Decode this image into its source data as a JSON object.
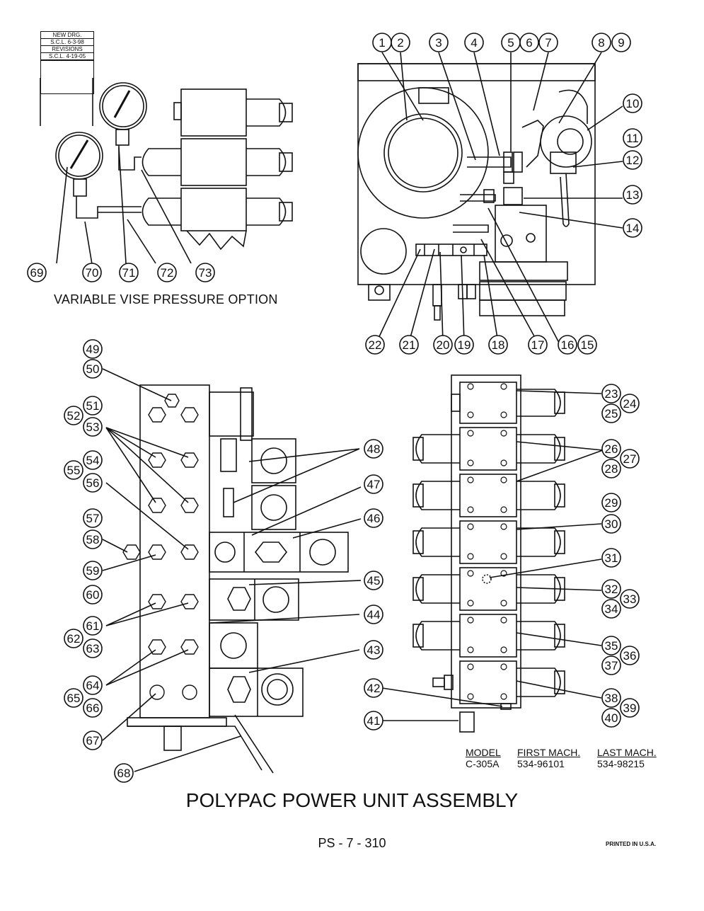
{
  "revision_box": {
    "new_drg_label": "NEW DRG.",
    "new_drg_date": "S.C.L. 6-3-98",
    "revisions_label": "REVISIONS",
    "revision_1": "S.C.L. 4-19-05"
  },
  "option_caption": "VARIABLE VISE PRESSURE OPTION",
  "title": "POLYPAC POWER UNIT ASSEMBLY",
  "page_number": "PS - 7 - 310",
  "printed_note": "PRINTED IN U.S.A.",
  "model_table": {
    "headers": [
      "MODEL",
      "FIRST MACH.",
      "LAST MACH."
    ],
    "rows": [
      [
        "C-305A",
        "534-96101",
        "534-98215"
      ]
    ]
  },
  "balloons": {
    "top_right": [
      "1",
      "2",
      "3",
      "4",
      "5",
      "6",
      "7",
      "8",
      "9",
      "10",
      "11",
      "12",
      "13",
      "14",
      "15",
      "16",
      "17",
      "18",
      "19",
      "20",
      "21",
      "22"
    ],
    "top_left": [
      "69",
      "70",
      "71",
      "72",
      "73"
    ],
    "bottom_left": [
      "49",
      "50",
      "51",
      "52",
      "53",
      "54",
      "55",
      "56",
      "57",
      "58",
      "59",
      "60",
      "61",
      "62",
      "63",
      "64",
      "65",
      "66",
      "67",
      "68",
      "41",
      "42",
      "43",
      "44",
      "45",
      "46",
      "47",
      "48"
    ],
    "bottom_right": [
      "23",
      "24",
      "25",
      "26",
      "27",
      "28",
      "29",
      "30",
      "31",
      "32",
      "33",
      "34",
      "35",
      "36",
      "37",
      "38",
      "39",
      "40"
    ]
  }
}
